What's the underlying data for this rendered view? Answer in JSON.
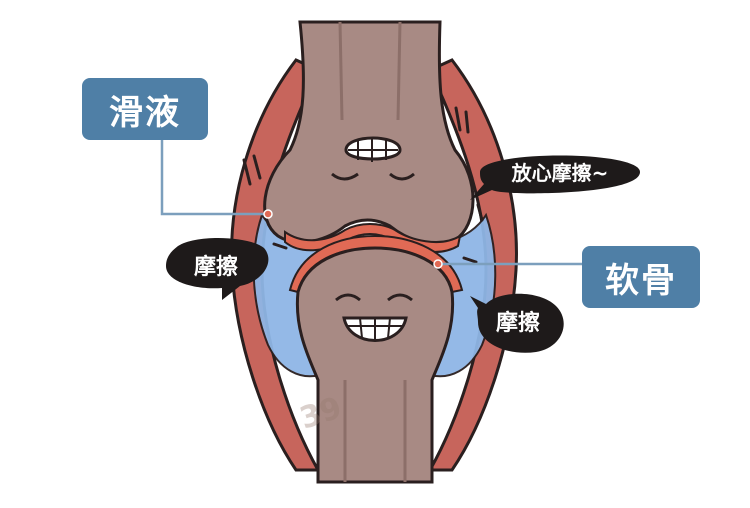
{
  "labels": {
    "synovial_fluid": "滑液",
    "cartilage": "软骨"
  },
  "bubbles": {
    "top_right": "放心摩擦~",
    "left": "摩擦",
    "right": "摩擦"
  },
  "watermark": "39",
  "colors": {
    "bone": "#a88a84",
    "bone_dark": "#8c6f69",
    "outline": "#2a1f1f",
    "capsule": "#c7655c",
    "capsule_light": "#e59c8e",
    "fluid": "#8fb6e6",
    "cartilage": "#e06a55",
    "label_bg": "#4f7fa6",
    "leader_line": "#7c9fbd",
    "bubble": "#1e1a1a"
  }
}
